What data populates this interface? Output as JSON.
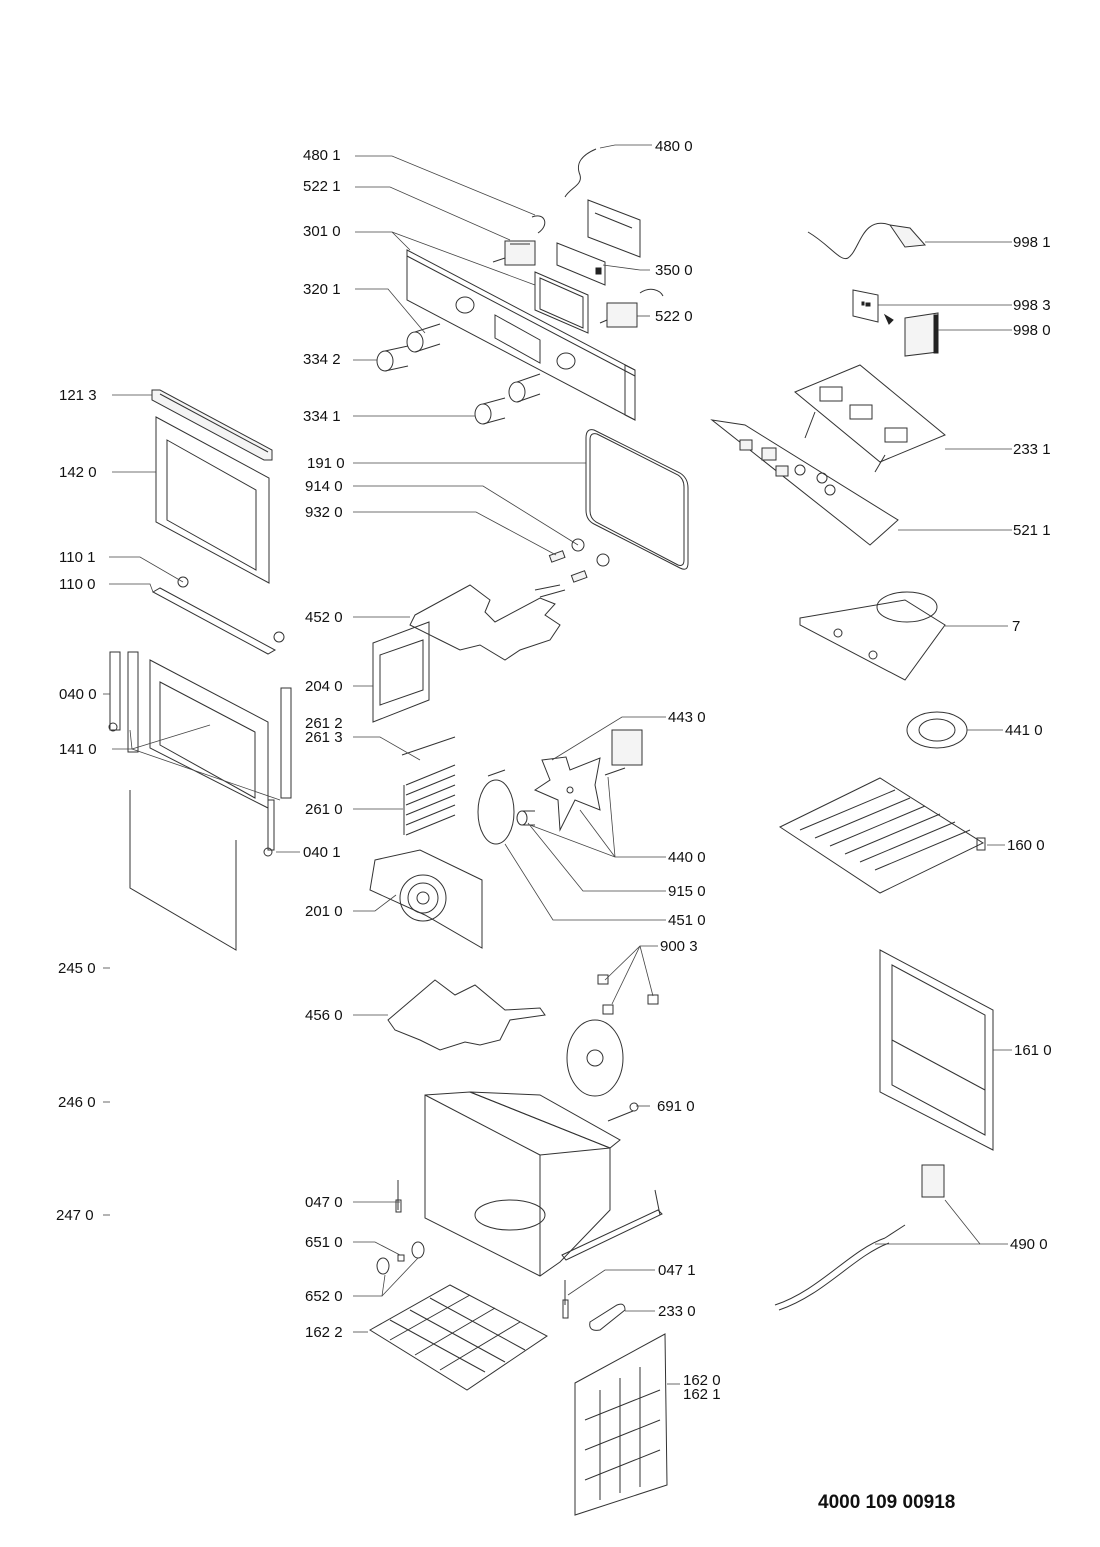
{
  "diagram": {
    "type": "exploded-parts-view",
    "subject": "built-in oven",
    "document_number": "4000 109 00918",
    "labels": {
      "p480_1": "480 1",
      "p480_0": "480 0",
      "p522_1": "522 1",
      "p301_0": "301 0",
      "p350_0": "350 0",
      "p320_1": "320 1",
      "p522_0": "522 0",
      "p334_2": "334 2",
      "p334_1": "334 1",
      "p998_1": "998 1",
      "p998_3": "998 3",
      "p998_0": "998 0",
      "p233_1": "233 1",
      "p521_1": "521 1",
      "p121_3": "121 3",
      "p142_0": "142 0",
      "p191_0": "191 0",
      "p914_0": "914 0",
      "p932_0": "932 0",
      "p110_1": "110 1",
      "p110_0": "110 0",
      "p452_0": "452 0",
      "p7": "7",
      "p040_0": "040 0",
      "p204_0": "204 0",
      "p261_2": "261 2",
      "p261_3": "261 3",
      "p443_0": "443 0",
      "p441_0": "441 0",
      "p141_0": "141 0",
      "p261_0": "261 0",
      "p040_1": "040 1",
      "p440_0": "440 0",
      "p160_0": "160 0",
      "p915_0": "915 0",
      "p201_0": "201 0",
      "p451_0": "451 0",
      "p900_3": "900 3",
      "p245_0": "245 0",
      "p456_0": "456 0",
      "p161_0": "161 0",
      "p246_0": "246 0",
      "p691_0": "691 0",
      "p047_0": "047 0",
      "p247_0": "247 0",
      "p651_0": "651 0",
      "p490_0": "490 0",
      "p652_0": "652 0",
      "p047_1": "047 1",
      "p233_0": "233 0",
      "p162_2": "162 2",
      "p162_0": "162 0",
      "p162_1": "162 1"
    }
  }
}
